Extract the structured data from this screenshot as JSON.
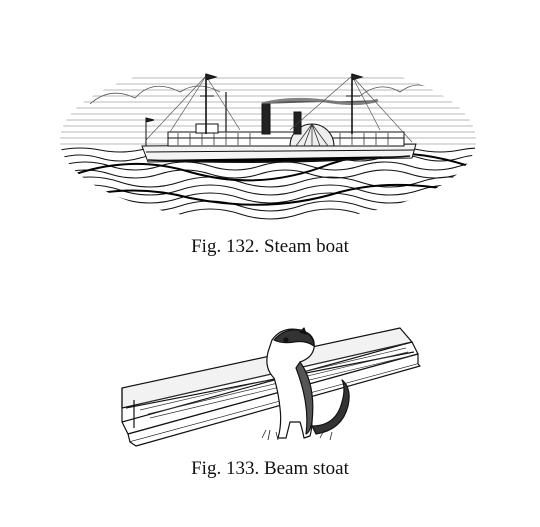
{
  "figures": [
    {
      "caption": "Fig. 132. Steam boat",
      "illustration": "steamboat-engraving"
    },
    {
      "caption": "Fig. 133. Beam stoat",
      "illustration": "stoat-on-i-beam-engraving"
    }
  ]
}
